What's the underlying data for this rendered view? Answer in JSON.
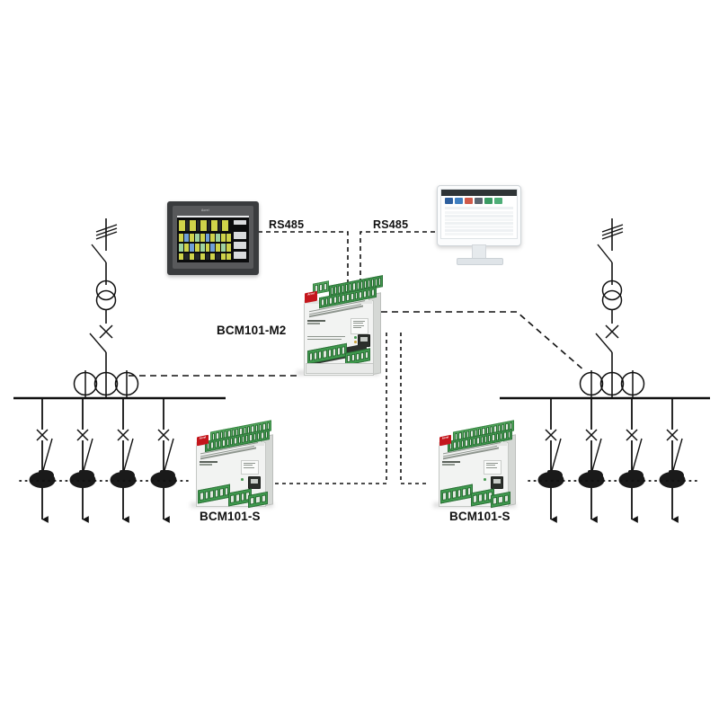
{
  "diagram": {
    "title": "BCM101 multi-circuit monitoring system wiring diagram",
    "background": "#ffffff",
    "line_color": "#111111"
  },
  "labels": {
    "bus_left": "RS485",
    "bus_right": "RS485",
    "master_device": "BCM101-M2",
    "slave_device_left": "BCM101-S",
    "slave_device_right": "BCM101-S"
  },
  "devices": {
    "hmi": {
      "name": "hmi-touch-panel",
      "brand": "Acrel"
    },
    "monitor": {
      "name": "monitoring-software-pc"
    },
    "master": {
      "name": "bcm101-m2-module",
      "label": "BCM101-M2",
      "brand": "Acrel"
    },
    "slave_left": {
      "name": "bcm101-s-module",
      "label": "BCM101-S",
      "brand": "Acrel"
    },
    "slave_right": {
      "name": "bcm101-s-module",
      "label": "BCM101-S",
      "brand": "Acrel"
    }
  },
  "colors": {
    "terminal_green": "#3f9b4e",
    "terminal_green_light": "#55ad60",
    "logo_red": "#c4161c",
    "case_white": "#f2f3f2",
    "hmi_bezel": "#3a3c3e",
    "ct_black": "#1a1a1a",
    "line": "#111111"
  },
  "single_line": {
    "left_feeder_count": 4,
    "right_feeder_count": 4,
    "left_ct_group_count": 3,
    "right_ct_group_count": 3,
    "symbols": [
      "incoming-line",
      "disconnect-switch",
      "transformer",
      "fuse",
      "switch",
      "current-transformer",
      "load-arrow"
    ]
  },
  "connections": [
    {
      "from": "hmi",
      "to": "master",
      "protocol": "RS485"
    },
    {
      "from": "monitor",
      "to": "master",
      "protocol": "RS485"
    },
    {
      "from": "master",
      "to": "left-ct-group"
    },
    {
      "from": "master",
      "to": "right-ct-group"
    },
    {
      "from": "master",
      "to": "slave-left"
    },
    {
      "from": "master",
      "to": "slave-right"
    }
  ]
}
